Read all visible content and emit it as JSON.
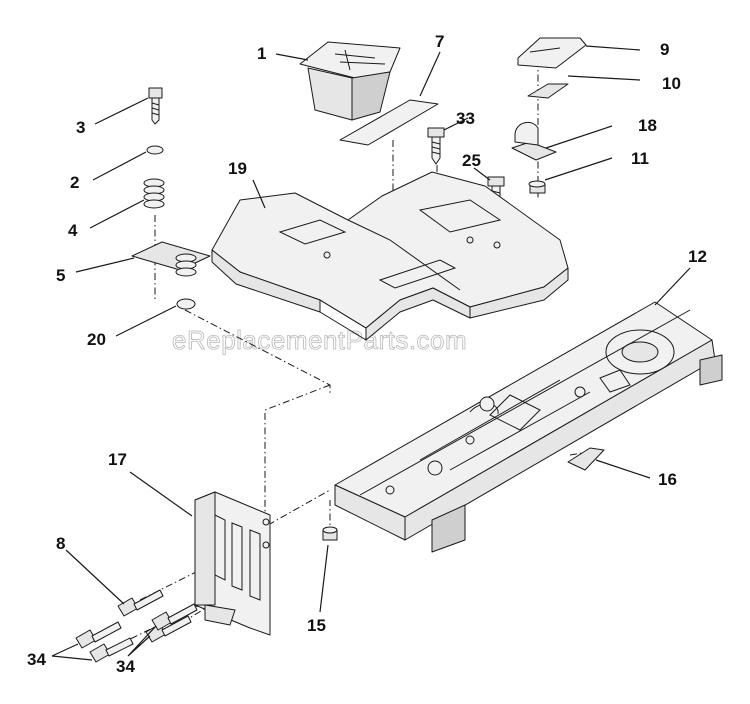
{
  "watermark": "eReplacementParts.com",
  "callouts": {
    "c1": "1",
    "c7": "7",
    "c9": "9",
    "c10": "10",
    "c3": "3",
    "c33": "33",
    "c18": "18",
    "c11": "11",
    "c25": "25",
    "c2": "2",
    "c19": "19",
    "c4": "4",
    "c12": "12",
    "c5": "5",
    "c20": "20",
    "c17": "17",
    "c16": "16",
    "c8": "8",
    "c15": "15",
    "c34a": "34",
    "c34b": "34"
  }
}
